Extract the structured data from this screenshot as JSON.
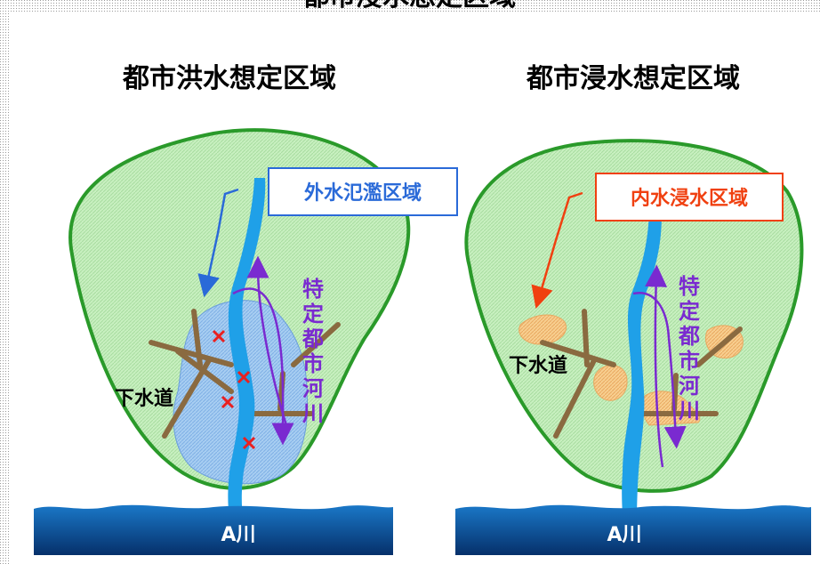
{
  "header": {
    "text": "都市浸水想定区域"
  },
  "left_panel": {
    "title": "都市洪水想定区域",
    "label_box": "外水氾濫区域",
    "label_river_vertical": [
      "特",
      "定",
      "都",
      "市",
      "河",
      "川"
    ],
    "label_sewer": "下水道",
    "river_name": "A川"
  },
  "right_panel": {
    "title": "都市浸水想定区域",
    "label_box": "内水浸水区域",
    "label_river_vertical": [
      "特",
      "定",
      "都",
      "市",
      "河",
      "川"
    ],
    "label_sewer": "下水道",
    "river_name": "A川"
  },
  "colors": {
    "area_fill": "#c8f0c0",
    "area_stroke": "#2a9a2a",
    "river": "#1fa0e8",
    "flood_fill": "#9cc8f0",
    "inland_flood_fill": "#f8c880",
    "sewer": "#8a6a40",
    "arrow_blue": "#2a6ad8",
    "arrow_purple": "#7a2ad0",
    "arrow_red": "#f04010",
    "box_blue": "#2a6ad8",
    "box_red": "#f04010",
    "base_river": "#0a5aa0"
  }
}
